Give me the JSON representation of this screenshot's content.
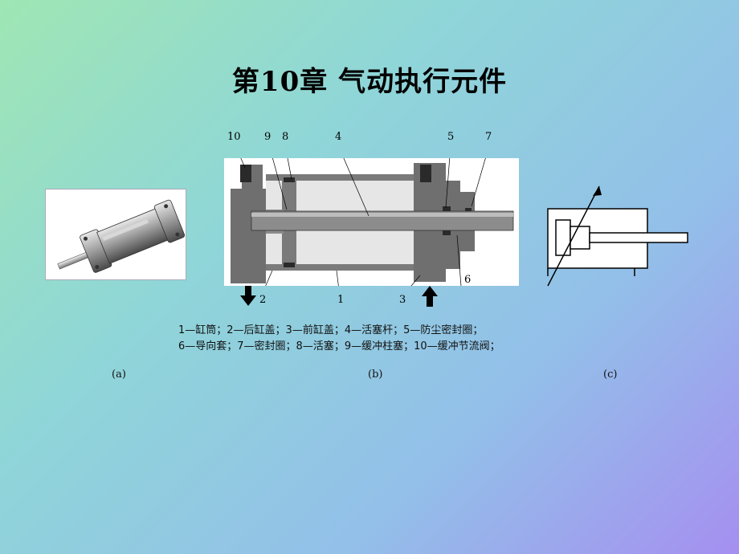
{
  "title": "第10章 气动执行元件",
  "part_numbers": {
    "top": [
      "10",
      "9",
      "8",
      "4",
      "5",
      "7"
    ],
    "bottom": [
      "2",
      "1",
      "3",
      "6"
    ]
  },
  "legend": {
    "line1": "1—缸筒；2—后缸盖；3—前缸盖；4—活塞杆；5—防尘密封圈；",
    "line2": "6—导向套；7—密封圈；8—活塞；9—缓冲柱塞；10—缓冲节流阀；"
  },
  "captions": {
    "a": "(a)",
    "b": "(b)",
    "c": "(c)"
  },
  "colors": {
    "body_gray": "#6f6f6f",
    "chamber_light": "#e6e6e6",
    "rod_gray": "#8c8c8c",
    "seal_dark": "#2a2a2a"
  }
}
